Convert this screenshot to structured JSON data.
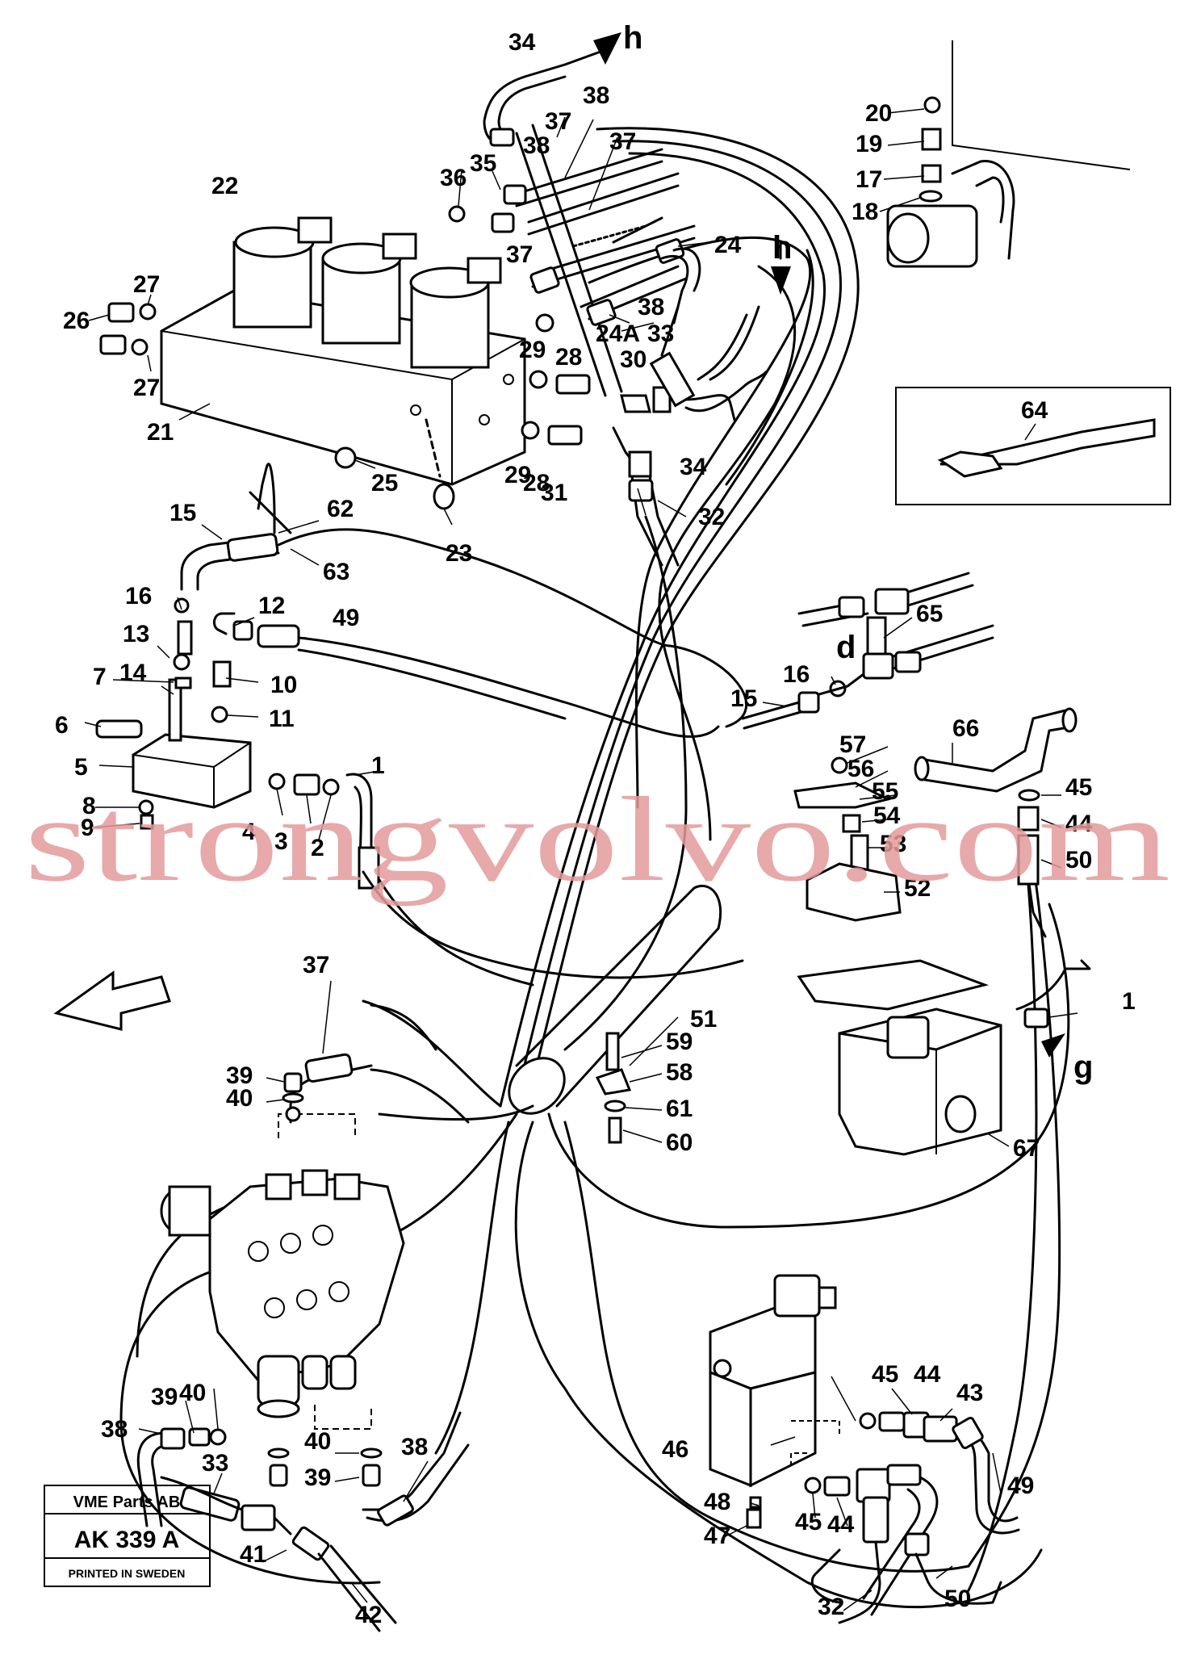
{
  "stamp": {
    "company": "VME Parts AB",
    "code": "AK 339 A",
    "printed": "PRINTED IN SWEDEN"
  },
  "watermark": "strongvolvo.com",
  "view_markers": [
    "h",
    "h",
    "d",
    "g"
  ],
  "callouts": [
    {
      "text": "34"
    },
    {
      "text": "38"
    },
    {
      "text": "37"
    },
    {
      "text": "38"
    },
    {
      "text": "37"
    },
    {
      "text": "36"
    },
    {
      "text": "35"
    },
    {
      "text": "22"
    },
    {
      "text": "37"
    },
    {
      "text": "24"
    },
    {
      "text": "38"
    },
    {
      "text": "24A"
    },
    {
      "text": "33"
    },
    {
      "text": "27"
    },
    {
      "text": "26"
    },
    {
      "text": "27"
    },
    {
      "text": "29"
    },
    {
      "text": "28"
    },
    {
      "text": "30"
    },
    {
      "text": "21"
    },
    {
      "text": "25"
    },
    {
      "text": "29"
    },
    {
      "text": "28"
    },
    {
      "text": "31"
    },
    {
      "text": "34"
    },
    {
      "text": "32"
    },
    {
      "text": "23"
    },
    {
      "text": "20"
    },
    {
      "text": "19"
    },
    {
      "text": "17"
    },
    {
      "text": "18"
    },
    {
      "text": "64"
    },
    {
      "text": "15"
    },
    {
      "text": "62"
    },
    {
      "text": "63"
    },
    {
      "text": "16"
    },
    {
      "text": "12"
    },
    {
      "text": "49"
    },
    {
      "text": "13"
    },
    {
      "text": "14"
    },
    {
      "text": "7"
    },
    {
      "text": "10"
    },
    {
      "text": "11"
    },
    {
      "text": "6"
    },
    {
      "text": "5"
    },
    {
      "text": "1"
    },
    {
      "text": "8"
    },
    {
      "text": "9"
    },
    {
      "text": "4"
    },
    {
      "text": "3"
    },
    {
      "text": "2"
    },
    {
      "text": "65"
    },
    {
      "text": "16"
    },
    {
      "text": "15"
    },
    {
      "text": "66"
    },
    {
      "text": "57"
    },
    {
      "text": "56"
    },
    {
      "text": "55"
    },
    {
      "text": "45"
    },
    {
      "text": "54"
    },
    {
      "text": "44"
    },
    {
      "text": "53"
    },
    {
      "text": "50"
    },
    {
      "text": "52"
    },
    {
      "text": "37"
    },
    {
      "text": "51"
    },
    {
      "text": "1"
    },
    {
      "text": "59"
    },
    {
      "text": "58"
    },
    {
      "text": "39"
    },
    {
      "text": "40"
    },
    {
      "text": "61"
    },
    {
      "text": "60"
    },
    {
      "text": "67"
    },
    {
      "text": "40"
    },
    {
      "text": "39"
    },
    {
      "text": "38"
    },
    {
      "text": "40"
    },
    {
      "text": "38"
    },
    {
      "text": "33"
    },
    {
      "text": "39"
    },
    {
      "text": "45"
    },
    {
      "text": "44"
    },
    {
      "text": "43"
    },
    {
      "text": "46"
    },
    {
      "text": "49"
    },
    {
      "text": "48"
    },
    {
      "text": "47"
    },
    {
      "text": "45"
    },
    {
      "text": "44"
    },
    {
      "text": "41"
    },
    {
      "text": "32"
    },
    {
      "text": "50"
    },
    {
      "text": "42"
    }
  ]
}
